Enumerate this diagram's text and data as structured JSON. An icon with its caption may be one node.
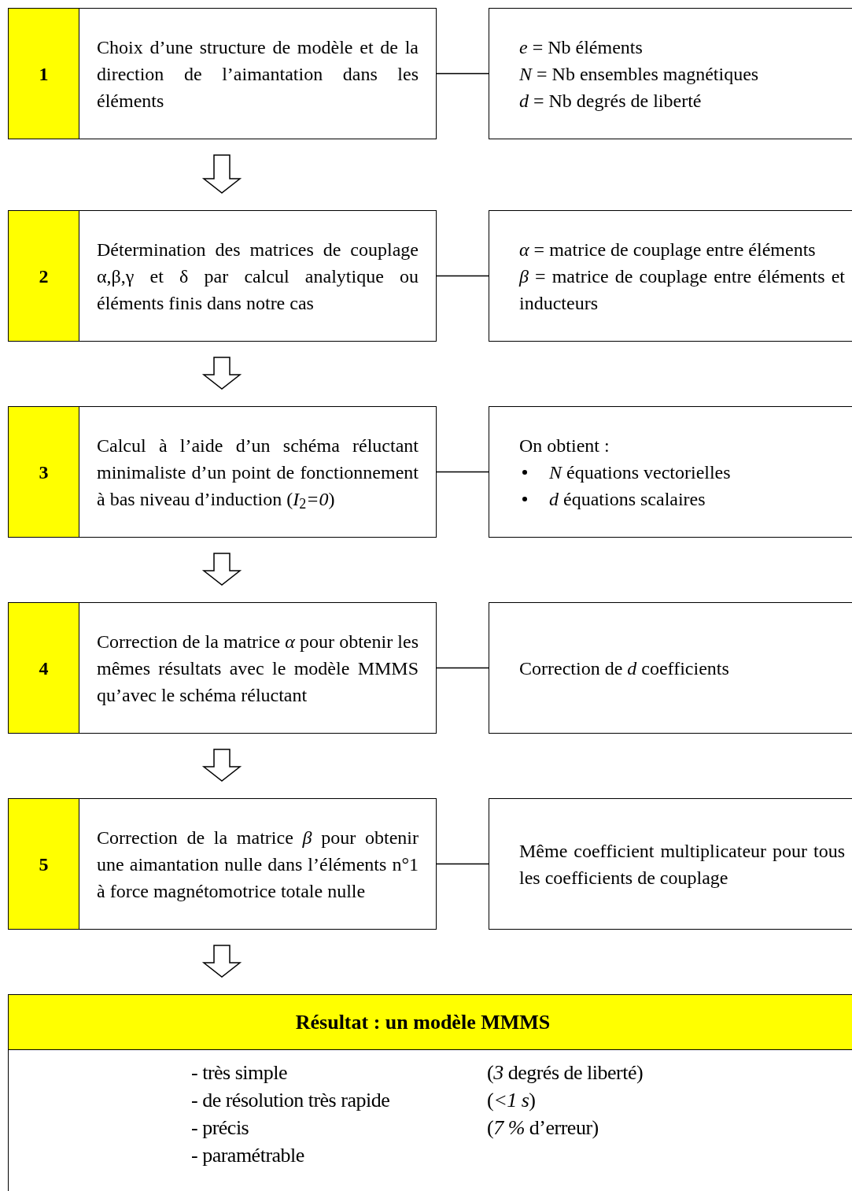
{
  "diagram": {
    "nodes": [
      {
        "text": [
          "1",
          "Choix d’une structure de modèle et de la direction de l’aimantation dans les éléments"
        ]
      },
      {
        "text": [
          "*e* = Nb éléments",
          "*N* = Nb ensembles magnétiques",
          "*d* = Nb degrés de liberté"
        ]
      },
      {
        "text": [
          "2",
          "Détermination des matrices de couplage α,β,γ et δ par calcul analytique ou éléments finis dans notre cas"
        ]
      },
      {
        "text": [
          "*α* = matrice de couplage entre éléments",
          "*β* = matrice de couplage entre éléments et inducteurs"
        ]
      },
      {
        "text": [
          "3",
          "Calcul à l’aide d’un schéma réluctant minimaliste d’un point de fonctionnement à bas niveau d’induction (*I*$_{2}$*=0*)"
        ]
      },
      {
        "text": [
          "On obtient :",
          "*N* équations vectorielles",
          "*d* équations scalaires"
        ]
      },
      {
        "text": [
          "4",
          "Correction de la matrice *α* pour obtenir les mêmes résultats avec le modèle MMMS qu’avec le schéma réluctant"
        ]
      },
      {
        "text": [
          "Correction de *d* coefficients"
        ]
      },
      {
        "text": [
          "5",
          "Correction de la matrice *β* pour obtenir une aimantation nulle dans l’éléments n°1 à force magnétomotrice totale nulle"
        ]
      },
      {
        "text": [
          "Même coefficient multiplicateur pour tous les coefficients de couplage"
        ]
      },
      {
        "text": [
          "Résultat : un modèle MMMS",
          "- très simple",
          "(*3* degrés de liberté)",
          "- de résolution très rapide",
          "(*<1 s*)",
          "- précis",
          "(*7 %* d’erreur)",
          "- paramétrable"
        ]
      }
    ],
    "edges": [
      {
        "from": 0,
        "to": 1,
        "arrow": "none"
      },
      {
        "from": 0,
        "to": 2,
        "arrow": "to"
      },
      {
        "from": 2,
        "to": 3,
        "arrow": "none"
      },
      {
        "from": 2,
        "to": 4,
        "arrow": "to"
      },
      {
        "from": 4,
        "to": 5,
        "arrow": "none"
      },
      {
        "from": 4,
        "to": 6,
        "arrow": "to"
      },
      {
        "from": 6,
        "to": 7,
        "arrow": "none"
      },
      {
        "from": 6,
        "to": 8,
        "arrow": "to"
      },
      {
        "from": 8,
        "to": 9,
        "arrow": "none"
      },
      {
        "from": 8,
        "to": 10,
        "arrow": "to"
      }
    ]
  }
}
